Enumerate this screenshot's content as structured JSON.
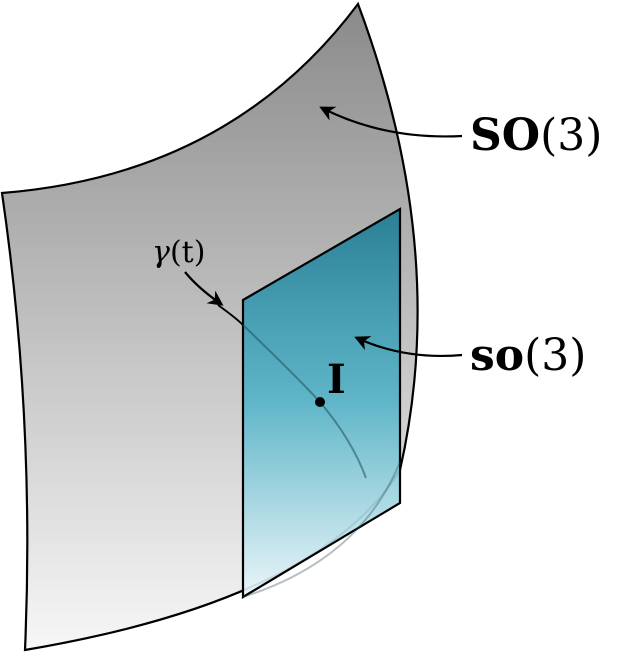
{
  "labels": {
    "lie_group": {
      "name": "SO",
      "arg": "(3)"
    },
    "lie_algebra": {
      "name": "so",
      "arg": "(3)"
    },
    "curve": {
      "name": "γ",
      "arg": "(t)"
    },
    "identity": "I"
  },
  "colors": {
    "manifold_top": "#8a8a8a",
    "manifold_bottom": "#f7f7f7",
    "tangent_top": "#2a7f96",
    "tangent_bottom": "#e9f6fa",
    "outline": "#000000"
  }
}
